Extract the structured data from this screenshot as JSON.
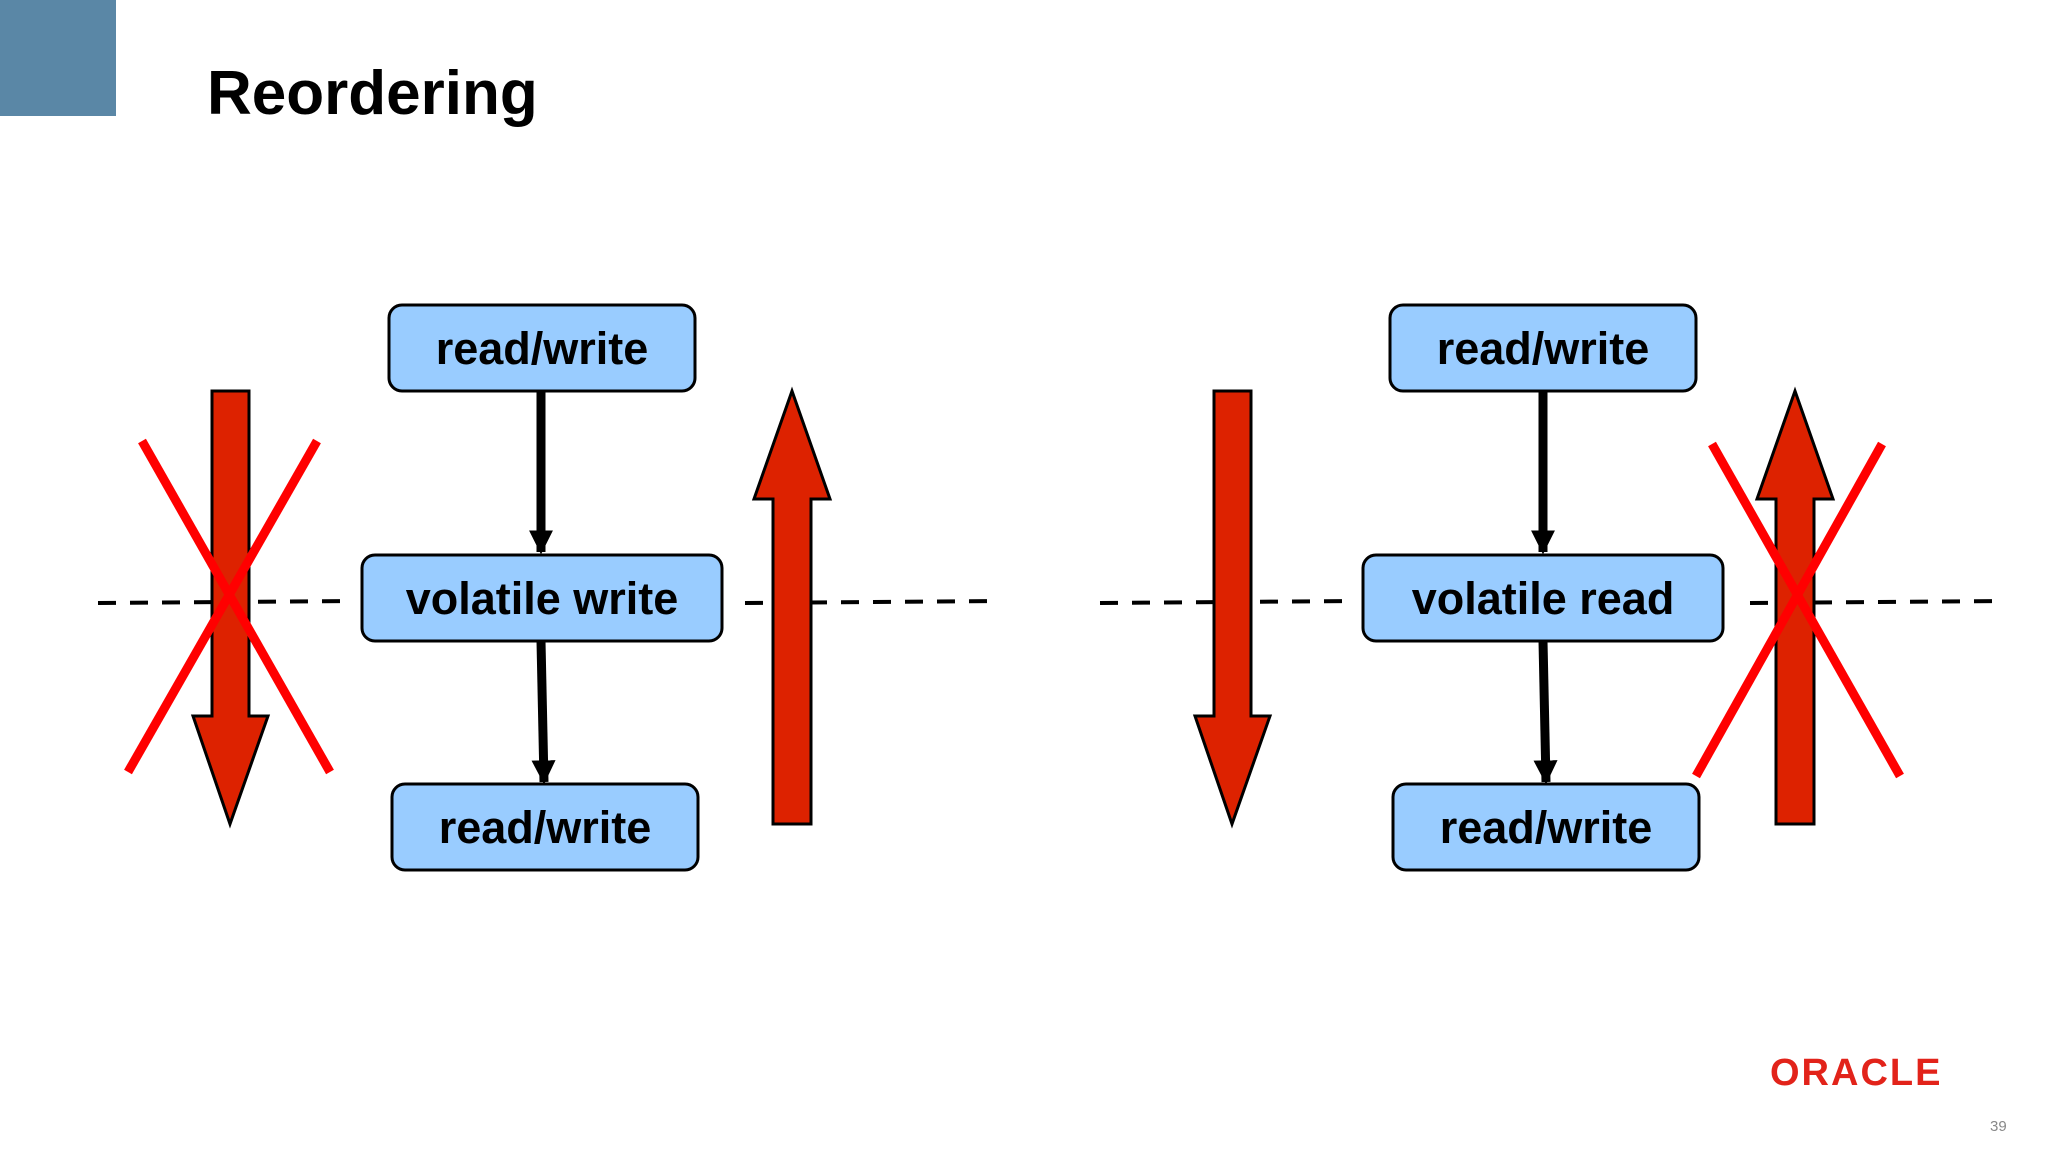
{
  "slide": {
    "title": "Reordering",
    "logo_text": "ORACLE",
    "page_number": "39"
  },
  "left_diagram": {
    "top_box": "read/write",
    "middle_box": "volatile write",
    "bottom_box": "read/write",
    "downward_reorder": "forbidden",
    "upward_reorder": "allowed"
  },
  "right_diagram": {
    "top_box": "read/write",
    "middle_box": "volatile read",
    "bottom_box": "read/write",
    "downward_reorder": "allowed",
    "upward_reorder": "forbidden"
  },
  "colors": {
    "accent_block": "#5a87a6",
    "box_fill": "#99ccff",
    "reorder_arrow": "#dd2200",
    "cross": "#ff0000",
    "logo": "#e2231a"
  }
}
